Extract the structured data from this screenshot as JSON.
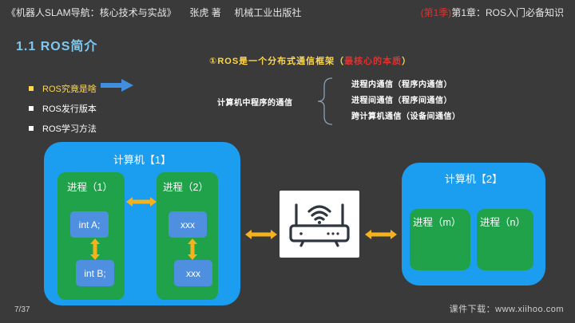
{
  "header": {
    "book_title": "《机器人SLAM导航：核心技术与实战》",
    "author": "张虎 著",
    "publisher": "机械工业出版社",
    "season": "(第1季)",
    "chapter": "第1章：ROS入门必备知识"
  },
  "section_title": "1.1 ROS简介",
  "subtitle": {
    "prefix": "①ROS是一个分布式通信框架（",
    "highlight": "最核心的本质",
    "suffix": "）"
  },
  "nav": {
    "items": [
      {
        "label": "ROS究竟是啥",
        "active": true
      },
      {
        "label": "ROS发行版本",
        "active": false
      },
      {
        "label": "ROS学习方法",
        "active": false
      }
    ]
  },
  "tree": {
    "root": "计算机中程序的通信",
    "children": [
      "进程内通信（程序内通信）",
      "进程间通信（程序间通信）",
      "跨计算机通信（设备间通信）"
    ]
  },
  "diagram": {
    "computer1": {
      "label": "计算机【1】",
      "process1": {
        "label": "进程（1）",
        "var_top": "int A;",
        "var_bottom": "int B;"
      },
      "process2": {
        "label": "进程（2）",
        "var_top": "xxx",
        "var_bottom": "xxx"
      }
    },
    "router_icon": "wifi-router-icon",
    "computer2": {
      "label": "计算机【2】",
      "process_m": "进程（m）",
      "process_n": "进程（n）"
    }
  },
  "colors": {
    "background": "#3a3a3a",
    "title": "#7ec8f0",
    "highlight_yellow": "#ffd84a",
    "accent_red": "#e0312e",
    "computer_blue": "#1b9ef0",
    "process_green": "#20a24a",
    "var_blue": "#4f8fe0",
    "arrow_orange": "#f5b21c"
  },
  "footer": {
    "page": "7/37",
    "download": "课件下载：www.xiihoo.com"
  }
}
